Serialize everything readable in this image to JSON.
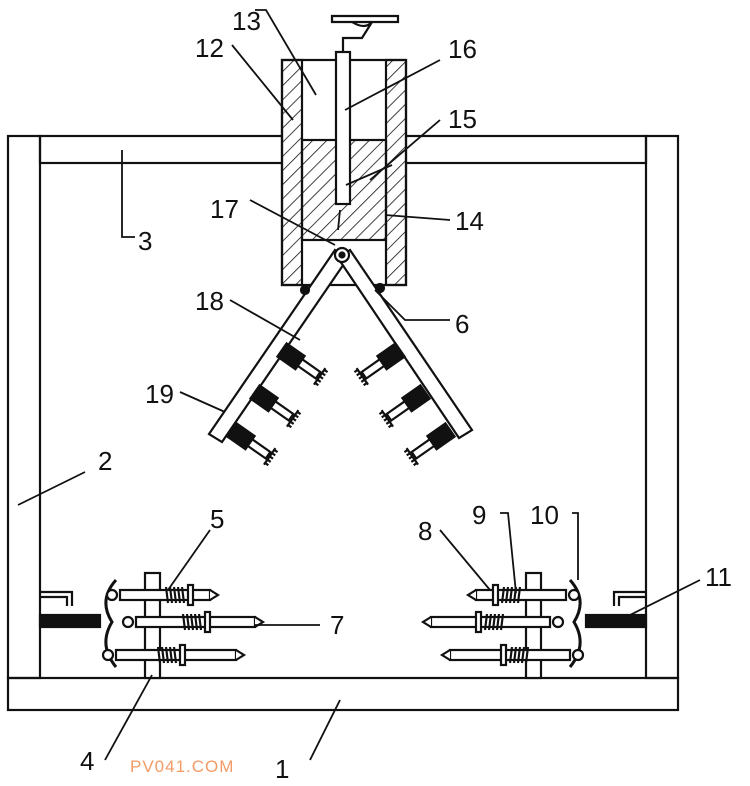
{
  "labels": {
    "l1": "1",
    "l2": "2",
    "l3": "3",
    "l4": "4",
    "l5": "5",
    "l6": "6",
    "l7": "7",
    "l8": "8",
    "l9": "9",
    "l10": "10",
    "l11": "11",
    "l12": "12",
    "l13": "13",
    "l14": "14",
    "l15": "15",
    "l16": "16",
    "l17": "17",
    "l18": "18",
    "l19": "19"
  },
  "watermark": "PV041.COM"
}
